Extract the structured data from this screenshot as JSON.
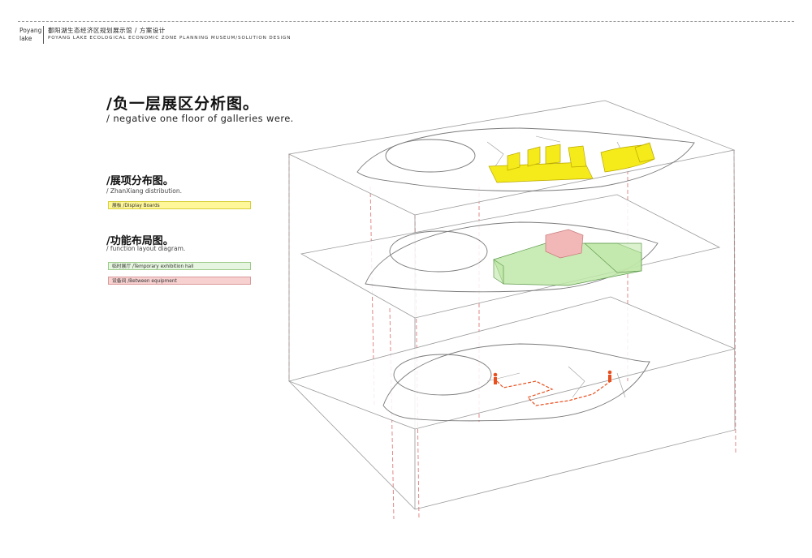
{
  "header": {
    "brand_line1": "Poyang",
    "brand_line2": "lake",
    "title_cn": "鄱阳湖生态经济区规划展示馆 / 方案设计",
    "title_en": "POYANG LAKE ECOLOGICAL ECONOMIC ZONE PLANNING MUSEUM/SOLUTION DESIGN"
  },
  "main": {
    "title_cn": "/负一层展区分析图。",
    "title_en": "/ negative one floor of galleries were."
  },
  "sections": [
    {
      "title_cn": "/展项分布图。",
      "title_en": "/ ZhanXiang distribution.",
      "legend": [
        {
          "label": "展板 /Display Boards",
          "fill": "#fff799",
          "border": "#d8cf3a"
        }
      ]
    },
    {
      "title_cn": "/功能布局图。",
      "title_en": "/ function layout diagram.",
      "legend": [
        {
          "label": "临时展厅 /Temporary exhibition hall",
          "fill": "#e6f5df",
          "border": "#9ccb8a"
        },
        {
          "label": "设备间 /Between equipment",
          "fill": "#f7d0d0",
          "border": "#d99a9a"
        }
      ]
    }
  ],
  "colors": {
    "display_boards": "#f5ea1a",
    "temporary_hall": "#bfe7a8",
    "equipment": "#f2b8b8",
    "route": "#e8501f",
    "guide_lines": "#e07a7a",
    "plan_lines": "#7a7a7a"
  }
}
